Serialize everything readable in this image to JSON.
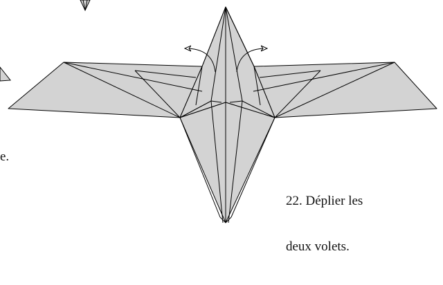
{
  "diagram": {
    "step_caption_line1": "22. Déplier les",
    "step_caption_line2": "deux volets.",
    "edge_caption_fragment": "e.",
    "colors": {
      "paper_fill": "#d3d3d3",
      "line": "#000000",
      "background": "#ffffff"
    },
    "arrows": [
      "unfold-left-arrow",
      "unfold-right-arrow"
    ]
  }
}
